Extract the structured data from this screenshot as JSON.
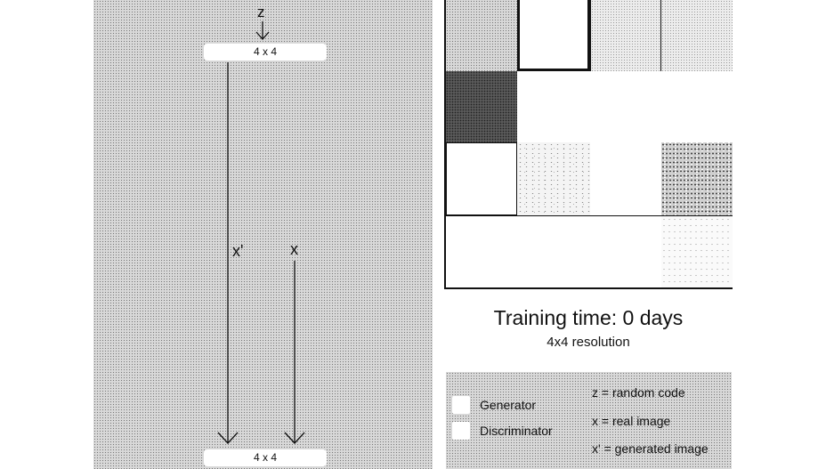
{
  "diagram": {
    "z_label": "z",
    "x_prime_label": "x'",
    "x_label": "x",
    "top_resolution": "4 x 4",
    "bottom_resolution": "4 x 4"
  },
  "caption": {
    "training_time": "Training time: 0 days",
    "resolution": "4x4 resolution"
  },
  "legend": {
    "generator": "Generator",
    "discriminator": "Discriminator",
    "z_definition": "z = random code",
    "x_definition": "x = real image",
    "x_prime_definition": "x' = generated image"
  }
}
